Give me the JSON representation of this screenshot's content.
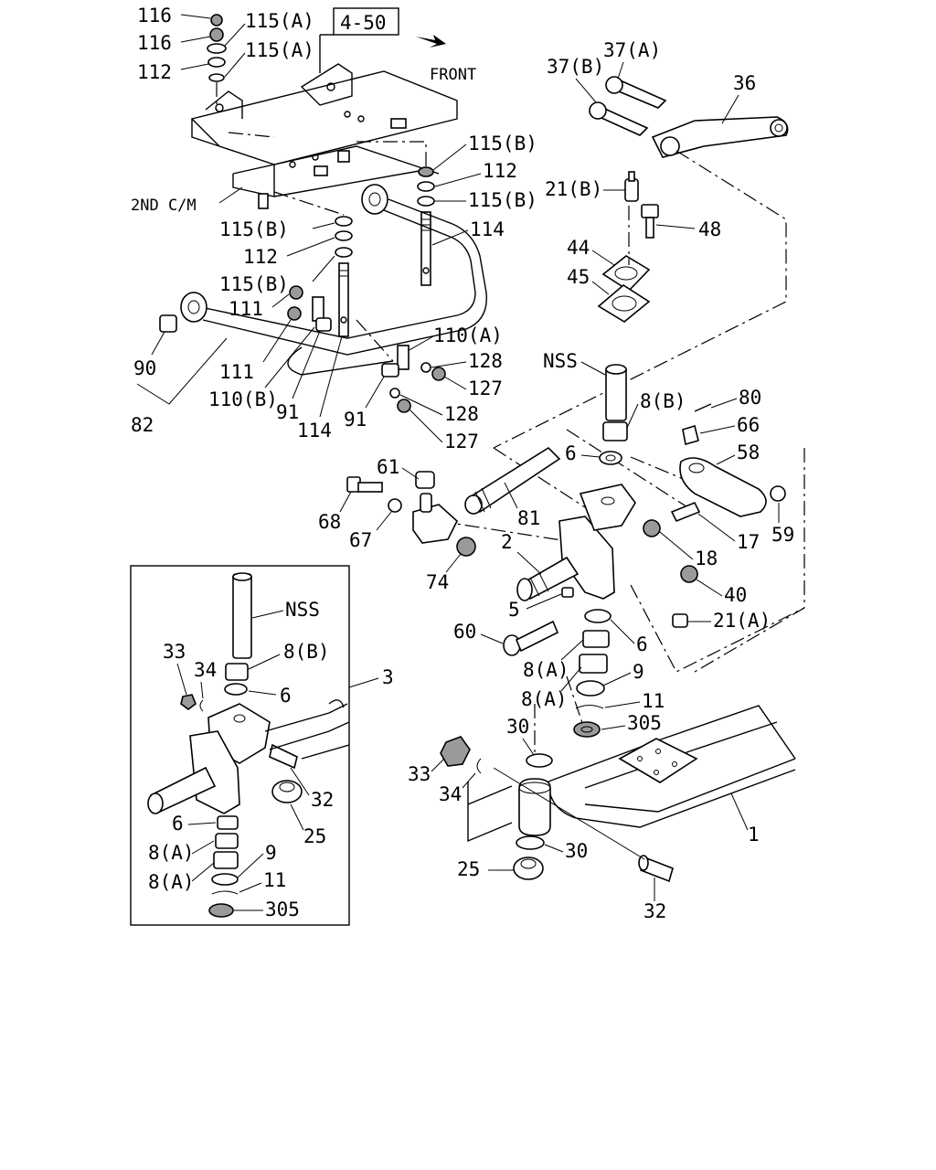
{
  "ref_box": "4-50",
  "front": "FRONT",
  "labels": {
    "l116a": "116",
    "l116b": "116",
    "l112a": "112",
    "l115A1": "115(A)",
    "l115A2": "115(A)",
    "l115B1": "115(B)",
    "l112b": "112",
    "l115B2": "115(B)",
    "l2nd": "2ND C/M",
    "l115B3": "115(B)",
    "l112c": "112",
    "l115B4": "115(B)",
    "l114a": "114",
    "l111a": "111",
    "l111b": "111",
    "l90": "90",
    "l110B": "110(B)",
    "l91a": "91",
    "l114b": "114",
    "l82": "82",
    "l110A": "110(A)",
    "l128a": "128",
    "l127a": "127",
    "l91b": "91",
    "l128b": "128",
    "l127b": "127",
    "l37A": "37(A)",
    "l37B": "37(B)",
    "l36": "36",
    "l21B": "21(B)",
    "l48": "48",
    "l44": "44",
    "l45": "45",
    "lNSS1": "NSS",
    "l8B1": "8(B)",
    "l80": "80",
    "l66": "66",
    "l6a": "6",
    "l58": "58",
    "l61": "61",
    "l68": "68",
    "l67": "67",
    "l81": "81",
    "l17": "17",
    "l59": "59",
    "l18": "18",
    "l2": "2",
    "l74": "74",
    "l40": "40",
    "l5": "5",
    "l21A": "21(A)",
    "l60": "60",
    "l6b": "6",
    "l8Aa": "8(A)",
    "l9a": "9",
    "l8Ab": "8(A)",
    "l11a": "11",
    "l30a": "30",
    "l305a": "305",
    "l33a": "33",
    "l34a": "34",
    "l1": "1",
    "l30b": "30",
    "l25a": "25",
    "l32a": "32",
    "lNSS2": "NSS",
    "l33b": "33",
    "l34b": "34",
    "l8B2": "8(B)",
    "l6c": "6",
    "l3": "3",
    "l32b": "32",
    "l25b": "25",
    "l6d": "6",
    "l8Ac": "8(A)",
    "l9b": "9",
    "l8Ad": "8(A)",
    "l11b": "11",
    "l305b": "305"
  }
}
